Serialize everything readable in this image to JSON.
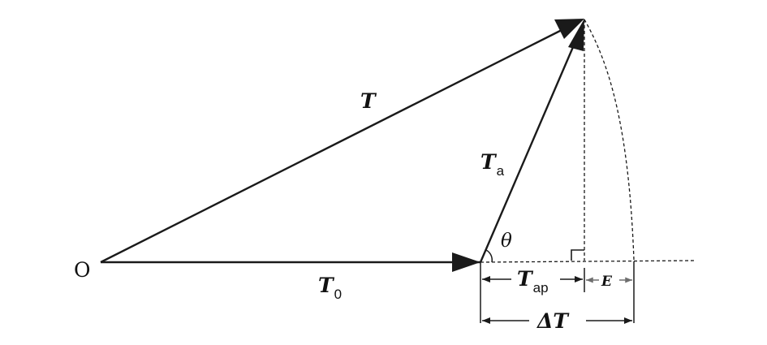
{
  "labels": {
    "origin": "O",
    "T": "T",
    "T0_main": "T",
    "T0_sub": "0",
    "Ta_main": "T",
    "Ta_sub": "a",
    "theta": "θ",
    "Tap_main": "T",
    "Tap_sub": "ap",
    "E": "E",
    "deltaT": "ΔT"
  },
  "colors": {
    "line": "#1a1a1a",
    "E_marker": "#6e6e6e"
  }
}
